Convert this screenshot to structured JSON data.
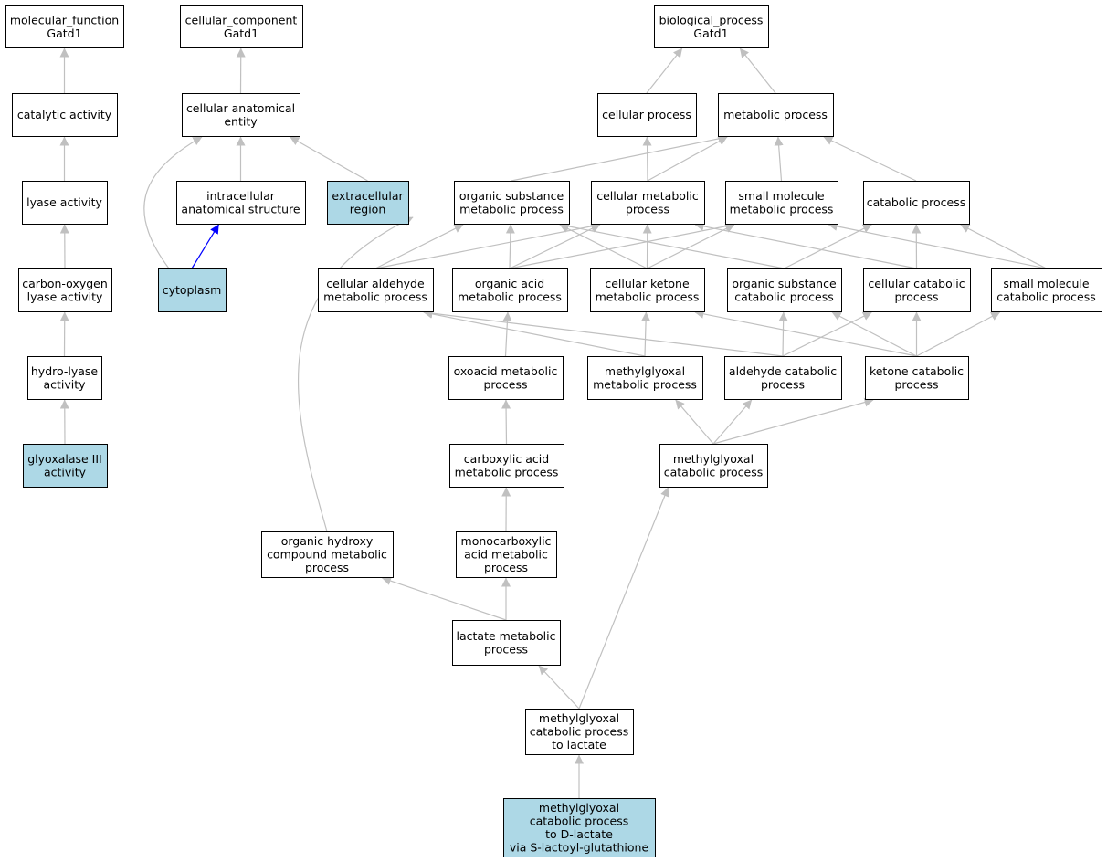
{
  "colors": {
    "background": "#ffffff",
    "node_fill": "#ffffff",
    "highlight_fill": "#add8e6",
    "node_border": "#000000",
    "edge_gray": "#c0c0c0",
    "edge_blue": "#0000ff"
  },
  "nodes": [
    {
      "id": "mf_root",
      "lines": [
        "molecular_function",
        "Gatd1"
      ],
      "highlight": false
    },
    {
      "id": "catalytic",
      "lines": [
        "catalytic activity"
      ],
      "highlight": false
    },
    {
      "id": "lyase",
      "lines": [
        "lyase activity"
      ],
      "highlight": false
    },
    {
      "id": "co_lyase",
      "lines": [
        "carbon-oxygen",
        "lyase activity"
      ],
      "highlight": false
    },
    {
      "id": "hydro_lyase",
      "lines": [
        "hydro-lyase",
        "activity"
      ],
      "highlight": false
    },
    {
      "id": "glyoxalase",
      "lines": [
        "glyoxalase III",
        "activity"
      ],
      "highlight": true
    },
    {
      "id": "cc_root",
      "lines": [
        "cellular_component",
        "Gatd1"
      ],
      "highlight": false
    },
    {
      "id": "cae",
      "lines": [
        "cellular anatomical",
        "entity"
      ],
      "highlight": false
    },
    {
      "id": "ias",
      "lines": [
        "intracellular",
        "anatomical structure"
      ],
      "highlight": false
    },
    {
      "id": "extracellular",
      "lines": [
        "extracellular",
        "region"
      ],
      "highlight": true
    },
    {
      "id": "cytoplasm",
      "lines": [
        "cytoplasm"
      ],
      "highlight": true
    },
    {
      "id": "bp_root",
      "lines": [
        "biological_process",
        "Gatd1"
      ],
      "highlight": false
    },
    {
      "id": "cellular_process",
      "lines": [
        "cellular process"
      ],
      "highlight": false
    },
    {
      "id": "metabolic_process",
      "lines": [
        "metabolic process"
      ],
      "highlight": false
    },
    {
      "id": "osmp",
      "lines": [
        "organic substance",
        "metabolic process"
      ],
      "highlight": false
    },
    {
      "id": "cmp",
      "lines": [
        "cellular metabolic",
        "process"
      ],
      "highlight": false
    },
    {
      "id": "smmp",
      "lines": [
        "small molecule",
        "metabolic process"
      ],
      "highlight": false
    },
    {
      "id": "catabolic",
      "lines": [
        "catabolic process"
      ],
      "highlight": false
    },
    {
      "id": "camp",
      "lines": [
        "cellular aldehyde",
        "metabolic process"
      ],
      "highlight": false
    },
    {
      "id": "oamp",
      "lines": [
        "organic acid",
        "metabolic process"
      ],
      "highlight": false
    },
    {
      "id": "ckmp",
      "lines": [
        "cellular ketone",
        "metabolic process"
      ],
      "highlight": false
    },
    {
      "id": "oscp",
      "lines": [
        "organic substance",
        "catabolic process"
      ],
      "highlight": false
    },
    {
      "id": "ccp",
      "lines": [
        "cellular catabolic",
        "process"
      ],
      "highlight": false
    },
    {
      "id": "smcp",
      "lines": [
        "small molecule",
        "catabolic process"
      ],
      "highlight": false
    },
    {
      "id": "oxoacid",
      "lines": [
        "oxoacid metabolic",
        "process"
      ],
      "highlight": false
    },
    {
      "id": "mgmp",
      "lines": [
        "methylglyoxal",
        "metabolic process"
      ],
      "highlight": false
    },
    {
      "id": "aldcp",
      "lines": [
        "aldehyde catabolic",
        "process"
      ],
      "highlight": false
    },
    {
      "id": "ketcp",
      "lines": [
        "ketone catabolic",
        "process"
      ],
      "highlight": false
    },
    {
      "id": "carboxylic",
      "lines": [
        "carboxylic acid",
        "metabolic process"
      ],
      "highlight": false
    },
    {
      "id": "mgcp",
      "lines": [
        "methylglyoxal",
        "catabolic process"
      ],
      "highlight": false
    },
    {
      "id": "ohcmp",
      "lines": [
        "organic hydroxy",
        "compound metabolic",
        "process"
      ],
      "highlight": false
    },
    {
      "id": "monocarb",
      "lines": [
        "monocarboxylic",
        "acid metabolic",
        "process"
      ],
      "highlight": false
    },
    {
      "id": "lactate",
      "lines": [
        "lactate metabolic",
        "process"
      ],
      "highlight": false
    },
    {
      "id": "mgcp_lac",
      "lines": [
        "methylglyoxal",
        "catabolic process",
        "to lactate"
      ],
      "highlight": false
    },
    {
      "id": "mgcp_dlac",
      "lines": [
        "methylglyoxal",
        "catabolic process",
        "to D-lactate",
        "via S-lactoyl-glutathione"
      ],
      "highlight": true
    }
  ],
  "edges": [
    {
      "from": "catalytic",
      "to": "mf_root",
      "color": "gray"
    },
    {
      "from": "lyase",
      "to": "catalytic",
      "color": "gray"
    },
    {
      "from": "co_lyase",
      "to": "lyase",
      "color": "gray"
    },
    {
      "from": "hydro_lyase",
      "to": "co_lyase",
      "color": "gray"
    },
    {
      "from": "glyoxalase",
      "to": "hydro_lyase",
      "color": "gray"
    },
    {
      "from": "cae",
      "to": "cc_root",
      "color": "gray"
    },
    {
      "from": "ias",
      "to": "cae",
      "color": "gray"
    },
    {
      "from": "extracellular",
      "to": "cae",
      "color": "gray"
    },
    {
      "from": "cytoplasm",
      "to": "cae",
      "color": "gray"
    },
    {
      "from": "cytoplasm",
      "to": "ias",
      "color": "blue"
    },
    {
      "from": "cellular_process",
      "to": "bp_root",
      "color": "gray"
    },
    {
      "from": "metabolic_process",
      "to": "bp_root",
      "color": "gray"
    },
    {
      "from": "osmp",
      "to": "metabolic_process",
      "color": "gray"
    },
    {
      "from": "cmp",
      "to": "cellular_process",
      "color": "gray"
    },
    {
      "from": "cmp",
      "to": "metabolic_process",
      "color": "gray"
    },
    {
      "from": "smmp",
      "to": "metabolic_process",
      "color": "gray"
    },
    {
      "from": "catabolic",
      "to": "metabolic_process",
      "color": "gray"
    },
    {
      "from": "camp",
      "to": "osmp",
      "color": "gray"
    },
    {
      "from": "camp",
      "to": "cmp",
      "color": "gray"
    },
    {
      "from": "oamp",
      "to": "osmp",
      "color": "gray"
    },
    {
      "from": "oamp",
      "to": "cmp",
      "color": "gray"
    },
    {
      "from": "oamp",
      "to": "smmp",
      "color": "gray"
    },
    {
      "from": "ckmp",
      "to": "osmp",
      "color": "gray"
    },
    {
      "from": "ckmp",
      "to": "cmp",
      "color": "gray"
    },
    {
      "from": "ckmp",
      "to": "smmp",
      "color": "gray"
    },
    {
      "from": "oscp",
      "to": "osmp",
      "color": "gray"
    },
    {
      "from": "oscp",
      "to": "catabolic",
      "color": "gray"
    },
    {
      "from": "ccp",
      "to": "cmp",
      "color": "gray"
    },
    {
      "from": "ccp",
      "to": "catabolic",
      "color": "gray"
    },
    {
      "from": "smcp",
      "to": "smmp",
      "color": "gray"
    },
    {
      "from": "smcp",
      "to": "catabolic",
      "color": "gray"
    },
    {
      "from": "oxoacid",
      "to": "oamp",
      "color": "gray"
    },
    {
      "from": "mgmp",
      "to": "camp",
      "color": "gray"
    },
    {
      "from": "mgmp",
      "to": "ckmp",
      "color": "gray"
    },
    {
      "from": "aldcp",
      "to": "camp",
      "color": "gray"
    },
    {
      "from": "aldcp",
      "to": "oscp",
      "color": "gray"
    },
    {
      "from": "aldcp",
      "to": "ccp",
      "color": "gray"
    },
    {
      "from": "ketcp",
      "to": "ckmp",
      "color": "gray"
    },
    {
      "from": "ketcp",
      "to": "oscp",
      "color": "gray"
    },
    {
      "from": "ketcp",
      "to": "ccp",
      "color": "gray"
    },
    {
      "from": "ketcp",
      "to": "smcp",
      "color": "gray"
    },
    {
      "from": "carboxylic",
      "to": "oxoacid",
      "color": "gray"
    },
    {
      "from": "mgcp",
      "to": "mgmp",
      "color": "gray"
    },
    {
      "from": "mgcp",
      "to": "aldcp",
      "color": "gray"
    },
    {
      "from": "mgcp",
      "to": "ketcp",
      "color": "gray"
    },
    {
      "from": "ohcmp",
      "to": "osmp",
      "color": "gray"
    },
    {
      "from": "monocarb",
      "to": "carboxylic",
      "color": "gray"
    },
    {
      "from": "lactate",
      "to": "ohcmp",
      "color": "gray"
    },
    {
      "from": "lactate",
      "to": "monocarb",
      "color": "gray"
    },
    {
      "from": "mgcp_lac",
      "to": "lactate",
      "color": "gray"
    },
    {
      "from": "mgcp_lac",
      "to": "mgcp",
      "color": "gray"
    },
    {
      "from": "mgcp_dlac",
      "to": "mgcp_lac",
      "color": "gray"
    }
  ]
}
